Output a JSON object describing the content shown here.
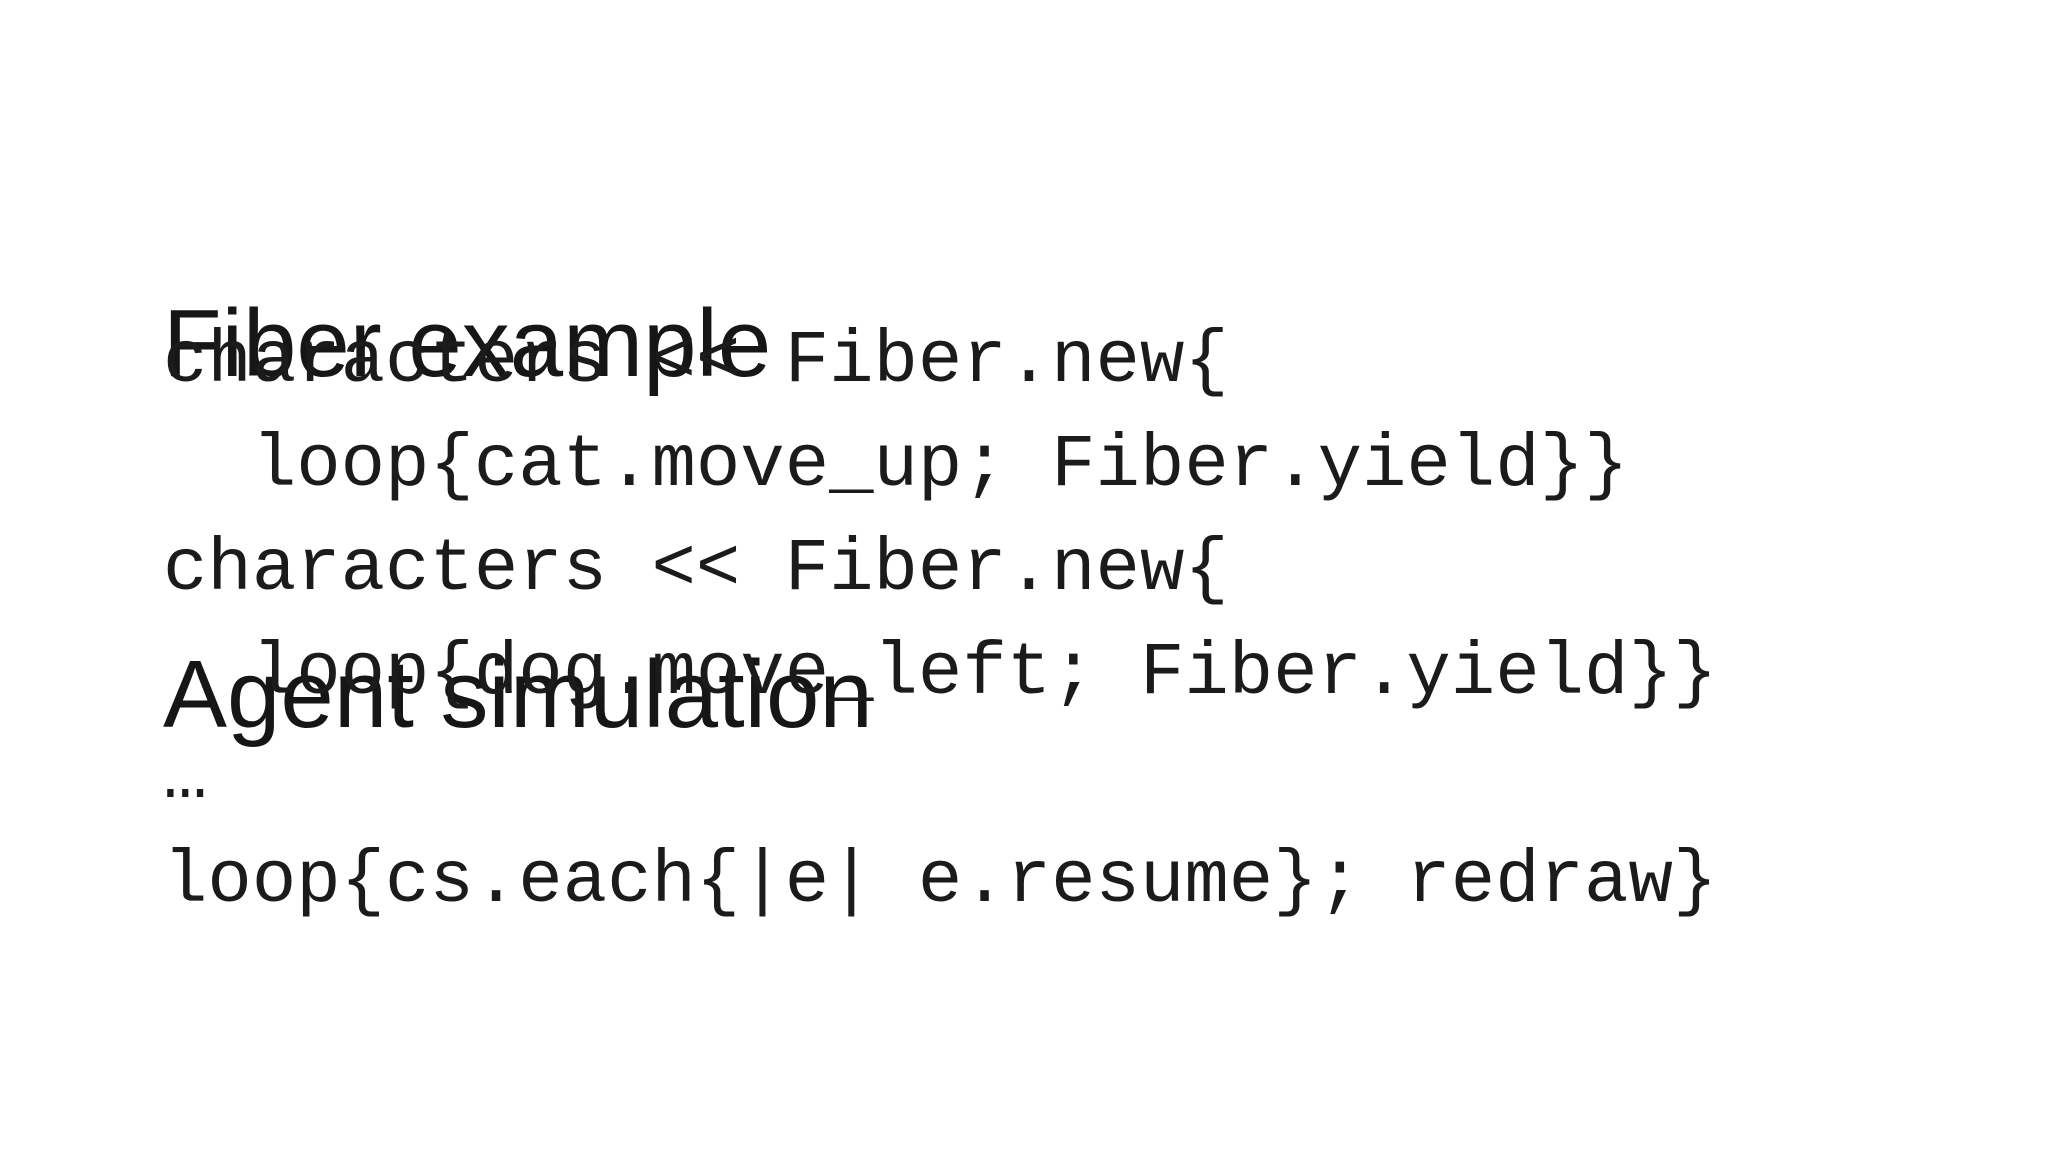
{
  "slide": {
    "title_lines": [
      "Fiber example",
      "Agent simulation"
    ],
    "code_lines": [
      "characters << Fiber.new{",
      "  loop{cat.move_up; Fiber.yield}}",
      "characters << Fiber.new{",
      "  loop{dog.move_left; Fiber.yield}}",
      "…",
      "loop{cs.each{|e| e.resume}; redraw}"
    ],
    "colors": {
      "background": "#ffffff",
      "title_text": "#161616",
      "code_text": "#1b1b1b"
    }
  }
}
